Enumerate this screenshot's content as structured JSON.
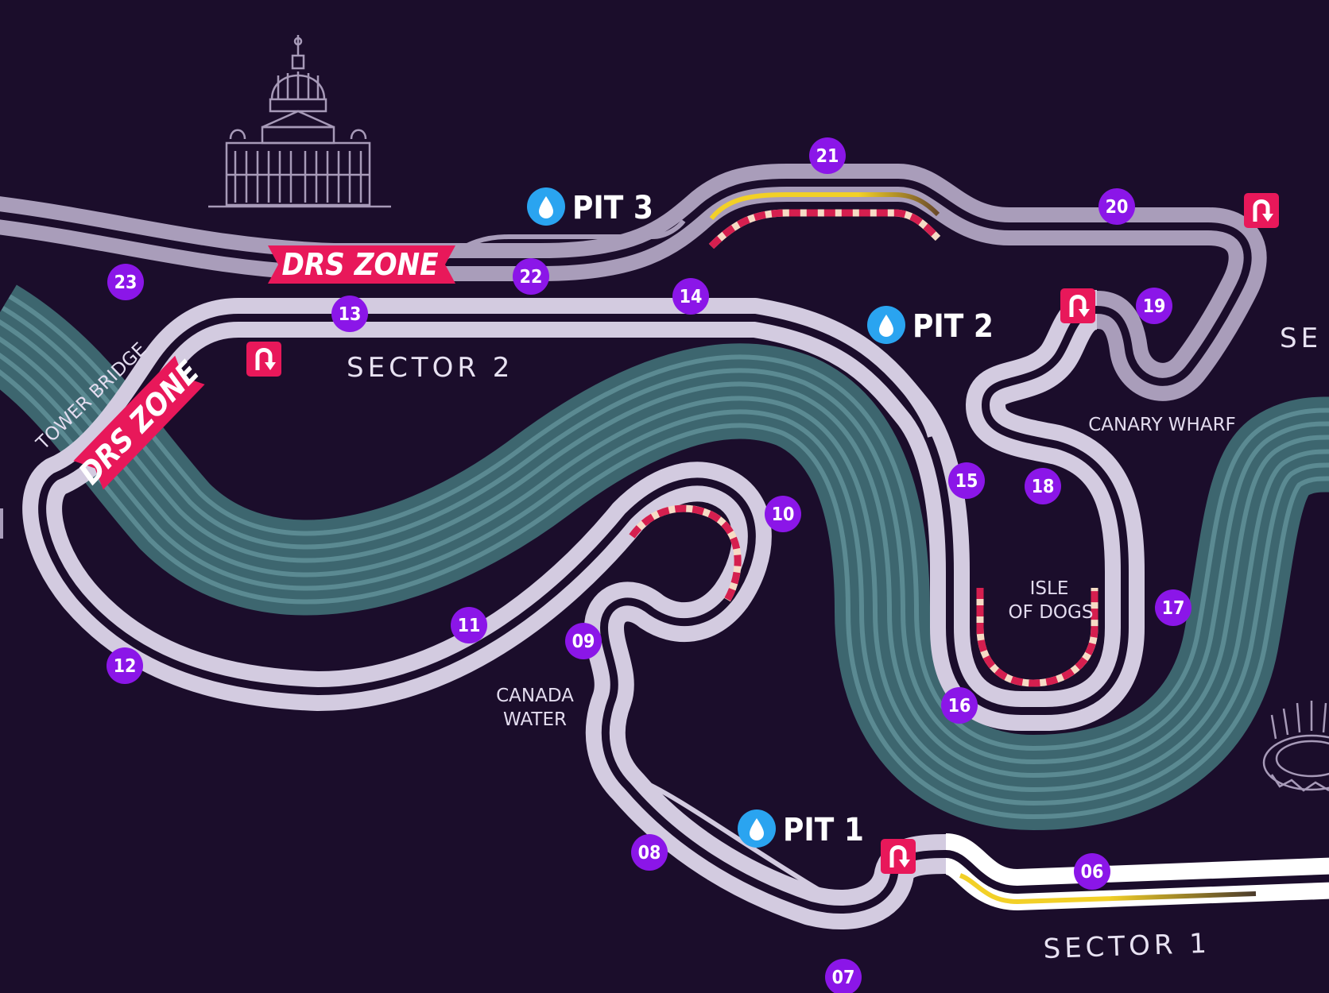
{
  "colors": {
    "background": "#1b0d2b",
    "track_sector2": "#d2cadf",
    "track_sector3": "#a79ab8",
    "track_sector1": "#ffffff",
    "river": "#3f6a72",
    "drs": "#e8185a",
    "turn_marker": "#8b16e8",
    "pit_icon": "#2aa4f0",
    "kerb_red": "#d51f4f",
    "kerb_cream": "#f6dcc5",
    "yellow_line": "#f2d027"
  },
  "turns": [
    {
      "label": "06"
    },
    {
      "label": "07"
    },
    {
      "label": "08"
    },
    {
      "label": "09"
    },
    {
      "label": "10"
    },
    {
      "label": "11"
    },
    {
      "label": "12"
    },
    {
      "label": "13"
    },
    {
      "label": "14"
    },
    {
      "label": "15"
    },
    {
      "label": "16"
    },
    {
      "label": "17"
    },
    {
      "label": "18"
    },
    {
      "label": "19"
    },
    {
      "label": "20"
    },
    {
      "label": "21"
    },
    {
      "label": "22"
    },
    {
      "label": "23"
    }
  ],
  "pits": [
    {
      "label": "PIT 1",
      "icon": "water-drop-icon"
    },
    {
      "label": "PIT 2",
      "icon": "water-drop-icon"
    },
    {
      "label": "PIT 3",
      "icon": "water-drop-icon"
    }
  ],
  "sectors": {
    "sector1": "SECTOR 1",
    "sector2": "SECTOR 2",
    "sector3_partial": "SE"
  },
  "drs": {
    "zone_label": "DRS ZONE"
  },
  "places": {
    "tower_bridge": "TOWER BRIDGE",
    "canada_water_line1": "CANADA",
    "canada_water_line2": "WATER",
    "isle_of_dogs_line1": "ISLE",
    "isle_of_dogs_line2": "OF DOGS",
    "canary_wharf": "CANARY WHARF"
  },
  "icons": {
    "u_turn": "u-turn-arrow-icon",
    "landmark": "st-pauls-cathedral-icon",
    "stadium": "stadium-icon"
  }
}
